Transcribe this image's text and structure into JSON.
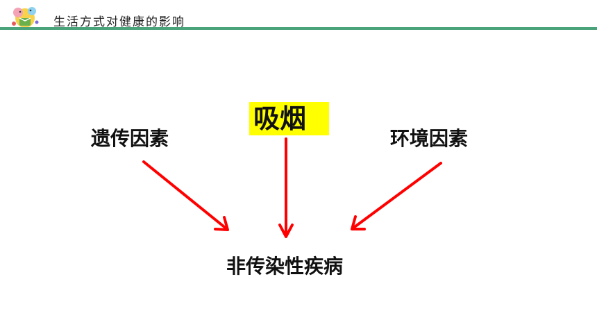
{
  "header": {
    "title": "生活方式对健康的影响",
    "logo_icon": "kids-reading-logo-icon",
    "rule_color": "#4aa37b"
  },
  "diagram": {
    "factor_left": "遗传因素",
    "factor_center": "吸烟",
    "factor_right": "环境因素",
    "outcome": "非传染性疾病",
    "highlight_color": "#ffff00",
    "arrow_color": "#ff0000"
  }
}
